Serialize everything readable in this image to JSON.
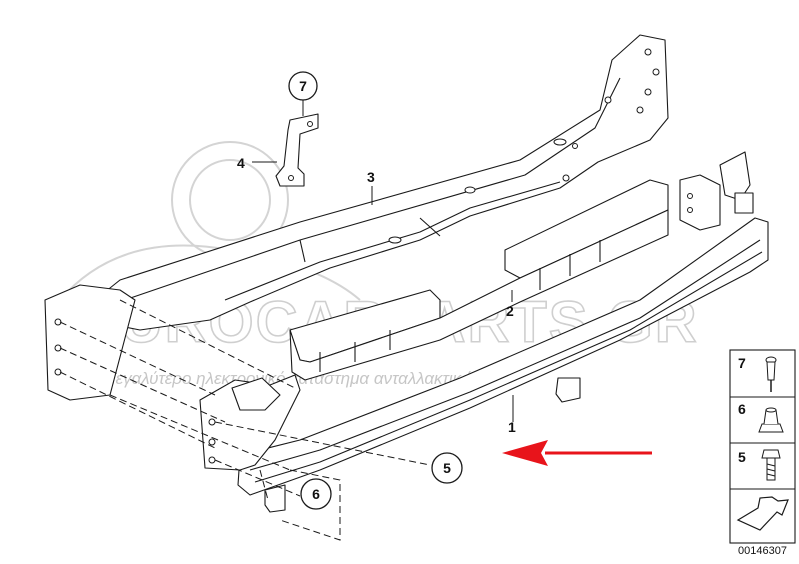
{
  "diagram": {
    "parts": [
      {
        "id": "1",
        "label": "1"
      },
      {
        "id": "2",
        "label": "2"
      },
      {
        "id": "3",
        "label": "3"
      },
      {
        "id": "4",
        "label": "4"
      }
    ],
    "callouts": [
      {
        "id": "5",
        "label": "5"
      },
      {
        "id": "6",
        "label": "6"
      },
      {
        "id": "7",
        "label": "7"
      }
    ],
    "legend": [
      {
        "id": "7",
        "label": "7",
        "icon": "rivet-icon"
      },
      {
        "id": "6",
        "label": "6",
        "icon": "nut-icon"
      },
      {
        "id": "5",
        "label": "5",
        "icon": "bolt-icon"
      }
    ],
    "document_number": "00146307",
    "arrow_color": "#e8141b",
    "line_color": "#1a1a1a"
  },
  "watermark": {
    "brand": "EUROCARPARTS.GR",
    "tagline": "το μεγαλύτερο ηλεκτρονικό κατάστημα ανταλλακτικών"
  }
}
